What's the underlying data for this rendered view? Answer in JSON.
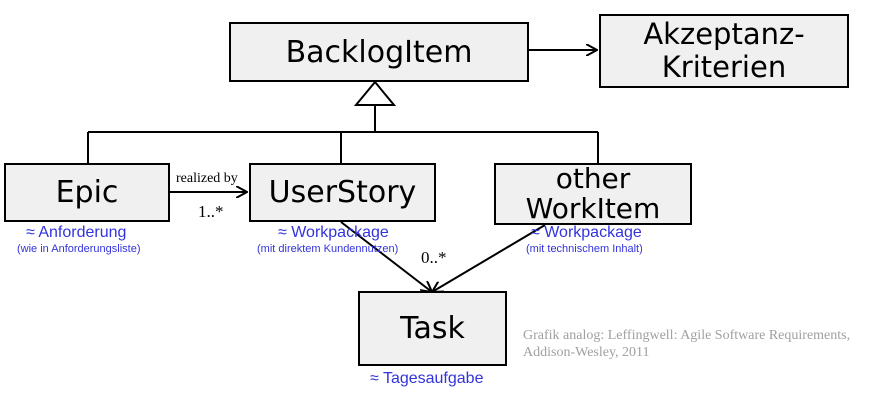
{
  "classes": {
    "backlog_item": "BacklogItem",
    "akzeptanz": [
      "Akzeptanz-",
      "Kriterien"
    ],
    "epic": "Epic",
    "user_story": "UserStory",
    "other_work_item": [
      "other",
      "WorkItem"
    ],
    "task": "Task"
  },
  "annotations": {
    "epic_main": "≈ Anforderung",
    "epic_sub": "(wie in Anforderungsliste)",
    "userstory_main": "≈ Workpackage",
    "userstory_sub": "(mit direktem Kundennutzen)",
    "other_main": "≈ Workpackage",
    "other_sub": "(mit technischem Inhalt)",
    "task_main": "≈ Tagesaufgabe"
  },
  "relations": {
    "realized_by": "realized by",
    "mult_epic_story": "1..*",
    "mult_story_task": "0..*"
  },
  "source_credit": [
    "Grafik analog: Leffingwell: Agile Software Requirements,",
    "Addison-Wesley, 2011"
  ],
  "colors": {
    "annotation": "#3333dd",
    "box_fill": "#f0f0f0",
    "credit": "#a0a0a0"
  }
}
